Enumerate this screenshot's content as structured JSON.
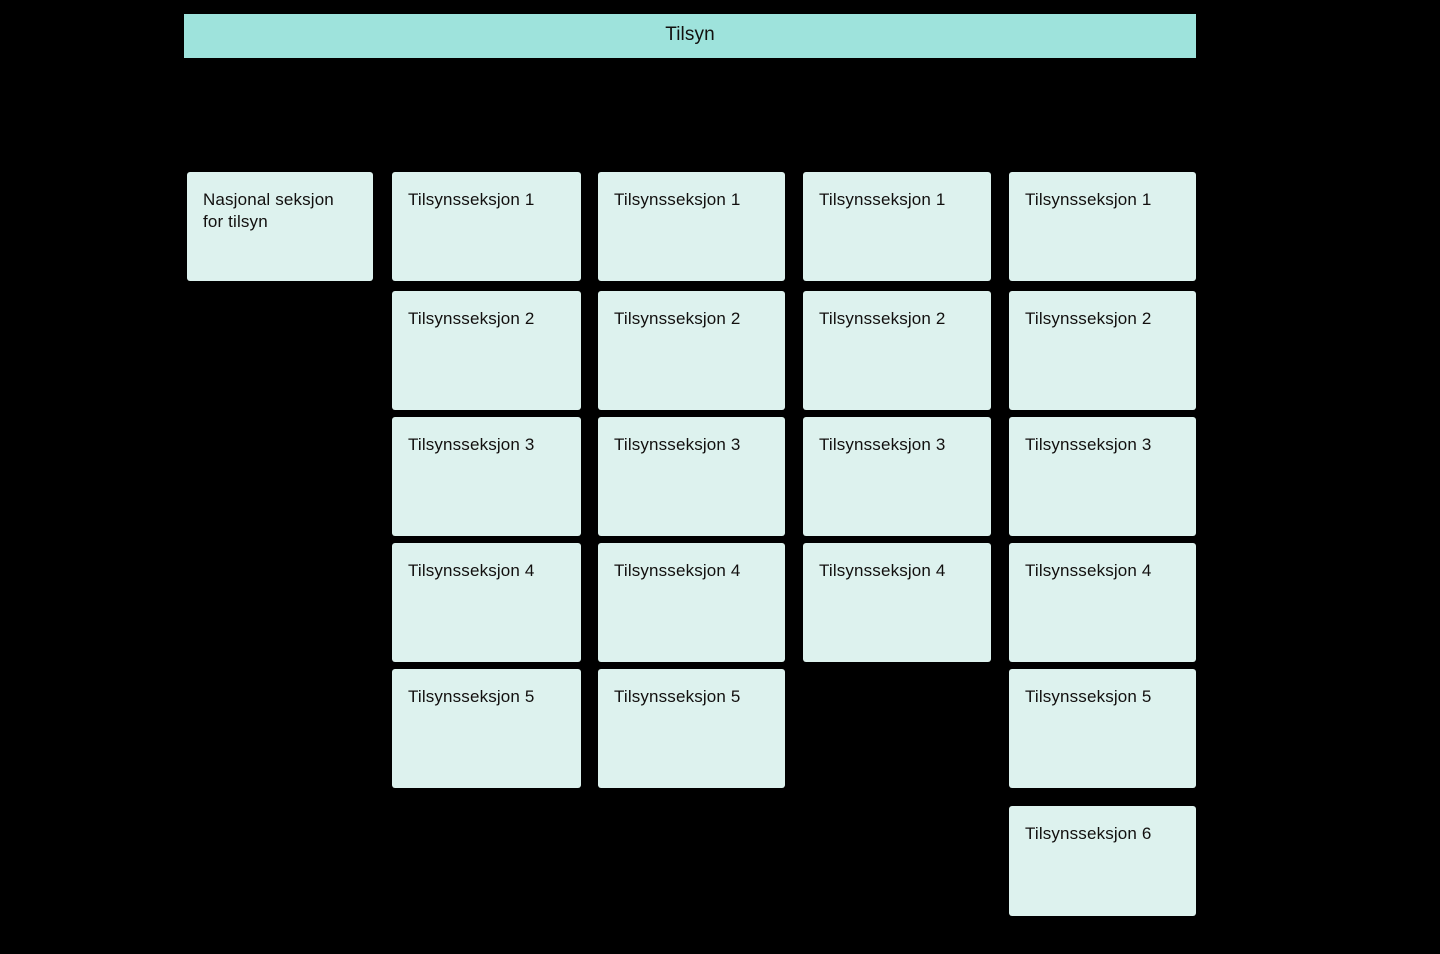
{
  "diagram": {
    "type": "organization-chart",
    "background_color": "#000000",
    "header": {
      "title": "Tilsyn",
      "subtitle": "",
      "color": "#9ee3dc"
    },
    "node_color": "#ddf2ee",
    "text_color": "#12100f",
    "columns": [
      {
        "id": "national",
        "nodes": [
          {
            "label": "Nasjonal seksjon\nfor tilsyn"
          }
        ]
      },
      {
        "id": "region-1",
        "nodes": [
          {
            "label": "Tilsynsseksjon 1"
          },
          {
            "label": "Tilsynsseksjon 2"
          },
          {
            "label": "Tilsynsseksjon 3"
          },
          {
            "label": "Tilsynsseksjon 4"
          },
          {
            "label": "Tilsynsseksjon 5"
          }
        ]
      },
      {
        "id": "region-2",
        "nodes": [
          {
            "label": "Tilsynsseksjon 1"
          },
          {
            "label": "Tilsynsseksjon 2"
          },
          {
            "label": "Tilsynsseksjon 3"
          },
          {
            "label": "Tilsynsseksjon 4"
          },
          {
            "label": "Tilsynsseksjon 5"
          }
        ]
      },
      {
        "id": "region-3",
        "nodes": [
          {
            "label": "Tilsynsseksjon 1"
          },
          {
            "label": "Tilsynsseksjon 2"
          },
          {
            "label": "Tilsynsseksjon 3"
          },
          {
            "label": "Tilsynsseksjon 4"
          }
        ]
      },
      {
        "id": "region-4",
        "nodes": [
          {
            "label": "Tilsynsseksjon 1"
          },
          {
            "label": "Tilsynsseksjon 2"
          },
          {
            "label": "Tilsynsseksjon 3"
          },
          {
            "label": "Tilsynsseksjon 4"
          },
          {
            "label": "Tilsynsseksjon 5"
          },
          {
            "label": "Tilsynsseksjon 6"
          }
        ]
      }
    ]
  }
}
